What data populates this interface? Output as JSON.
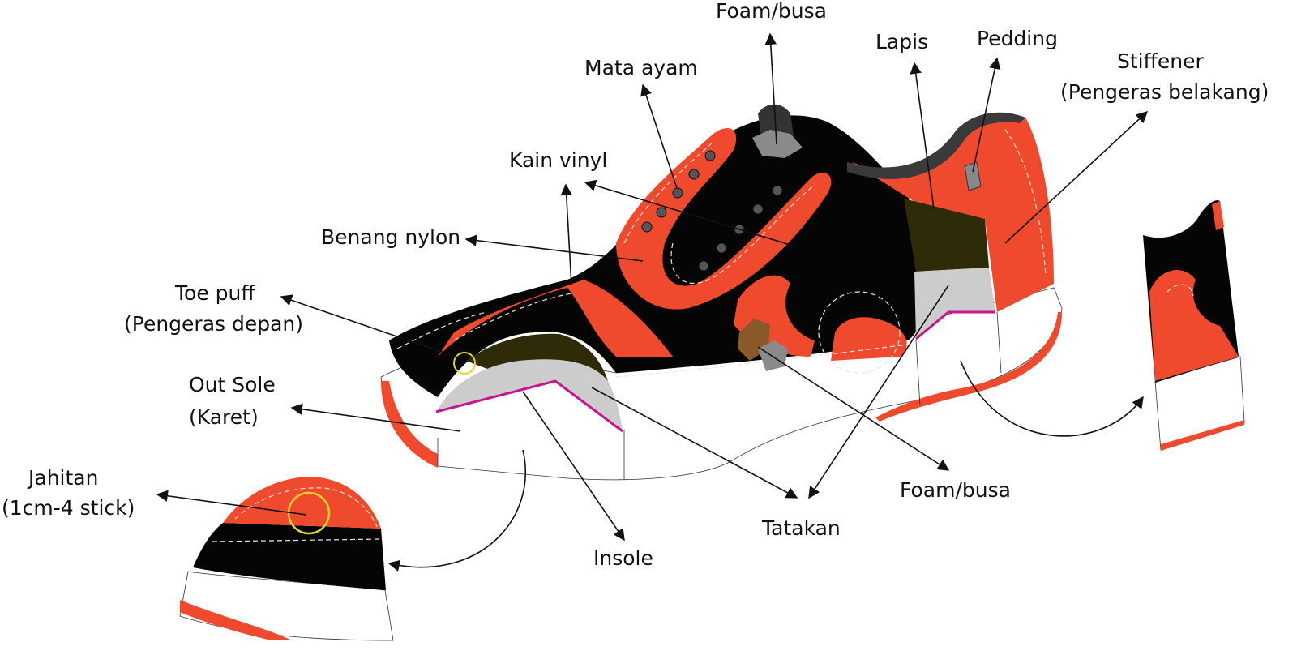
{
  "colors": {
    "orange": "#f04a2e",
    "black": "#050505",
    "olive": "#2e2c08",
    "grey": "#cccccc",
    "magenta": "#c7148f",
    "sole": "#ffffff",
    "yellow": "#e8d22a",
    "wood": "#8a5a2b"
  },
  "labels": {
    "foam_top": "Foam/busa",
    "mata_ayam": "Mata ayam",
    "lapis": "Lapis",
    "pedding": "Pedding",
    "stiffener_1": "Stiffener",
    "stiffener_2": "(Pengeras belakang)",
    "kain_vinyl": "Kain vinyl",
    "benang_nylon": "Benang nylon",
    "toe_puff_1": "Toe puff",
    "toe_puff_2": "(Pengeras depan)",
    "out_sole_1": "Out Sole",
    "out_sole_2": "(Karet)",
    "jahitan_1": "Jahitan",
    "jahitan_2": "(1cm-4 stick)",
    "insole": "Insole",
    "tatakan": "Tatakan",
    "foam_bottom": "Foam/busa"
  }
}
